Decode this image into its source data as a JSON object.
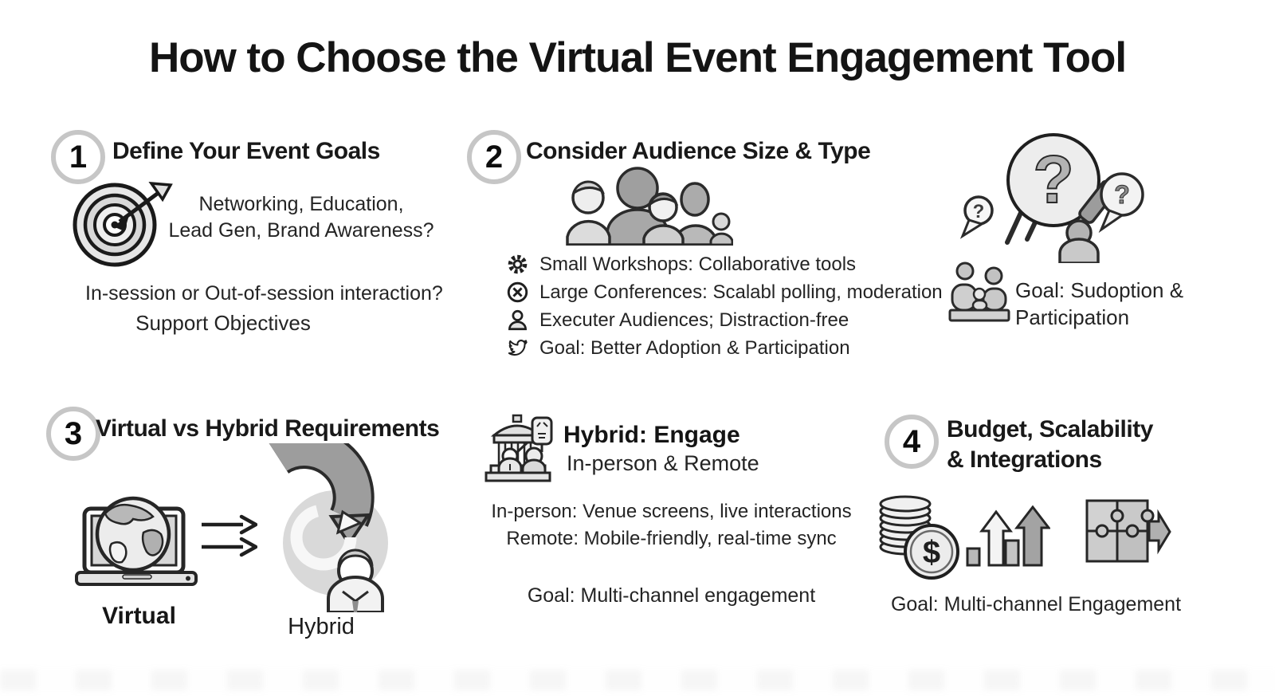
{
  "title": "How to Choose the Virtual Event Engagement Tool",
  "colors": {
    "background": "#ffffff",
    "text": "#1f1f1f",
    "number_ring": "#c6c6c6",
    "icon_dark": "#9d9d9d",
    "icon_mid": "#c4c4c4",
    "icon_light": "#ececec"
  },
  "step1": {
    "number": "1",
    "heading": "Define Your Event Goals",
    "icon": "target-icon",
    "goals_line1": "Networking, Education,",
    "goals_line2": "Lead Gen, Brand Awareness?",
    "question": "In-session or Out-of-session interaction?",
    "support": "Support Objectives"
  },
  "step2": {
    "number": "2",
    "heading": "Consider Audience Size & Type",
    "icon": "audience-group-icon",
    "items": [
      {
        "icon": "gear-icon",
        "text": "Small Workshops: Collaborative tools"
      },
      {
        "icon": "circle-x-icon",
        "text": "Large Conferences: Scalabl polling, moderation"
      },
      {
        "icon": "person-icon",
        "text": "Executer Audiences; Distraction-free"
      },
      {
        "icon": "bird-icon",
        "text": "Goal: Better Adoption & Participation"
      }
    ],
    "side": {
      "icons": [
        "question-marks-icon",
        "meeting-table-icon"
      ],
      "goal": "Goal: Sudoption & Participation"
    }
  },
  "step3": {
    "number": "3",
    "heading": "Virtual vs Hybrid Requirements",
    "icons": [
      "laptop-globe-icon",
      "double-arrow-icon",
      "hybrid-loop-person-icon"
    ],
    "virtual_label": "Virtual",
    "hybrid_label": "Hybrid"
  },
  "hybrid_panel": {
    "icon": "venue-building-icon",
    "title": "Hybrid: Engage",
    "subtitle": "In-person & Remote",
    "line1": "In-person: Venue screens, live interactions",
    "line2": "Remote: Mobile-friendly, real-time sync",
    "goal": "Goal: Multi-channel engagement"
  },
  "step4": {
    "number": "4",
    "heading_line1": "Budget, Scalability",
    "heading_line2": "& Integrations",
    "icons": [
      "coins-dollar-icon",
      "growth-bars-icon",
      "puzzle-arrow-icon"
    ],
    "goal": "Goal: Multi-channel Engagement"
  }
}
